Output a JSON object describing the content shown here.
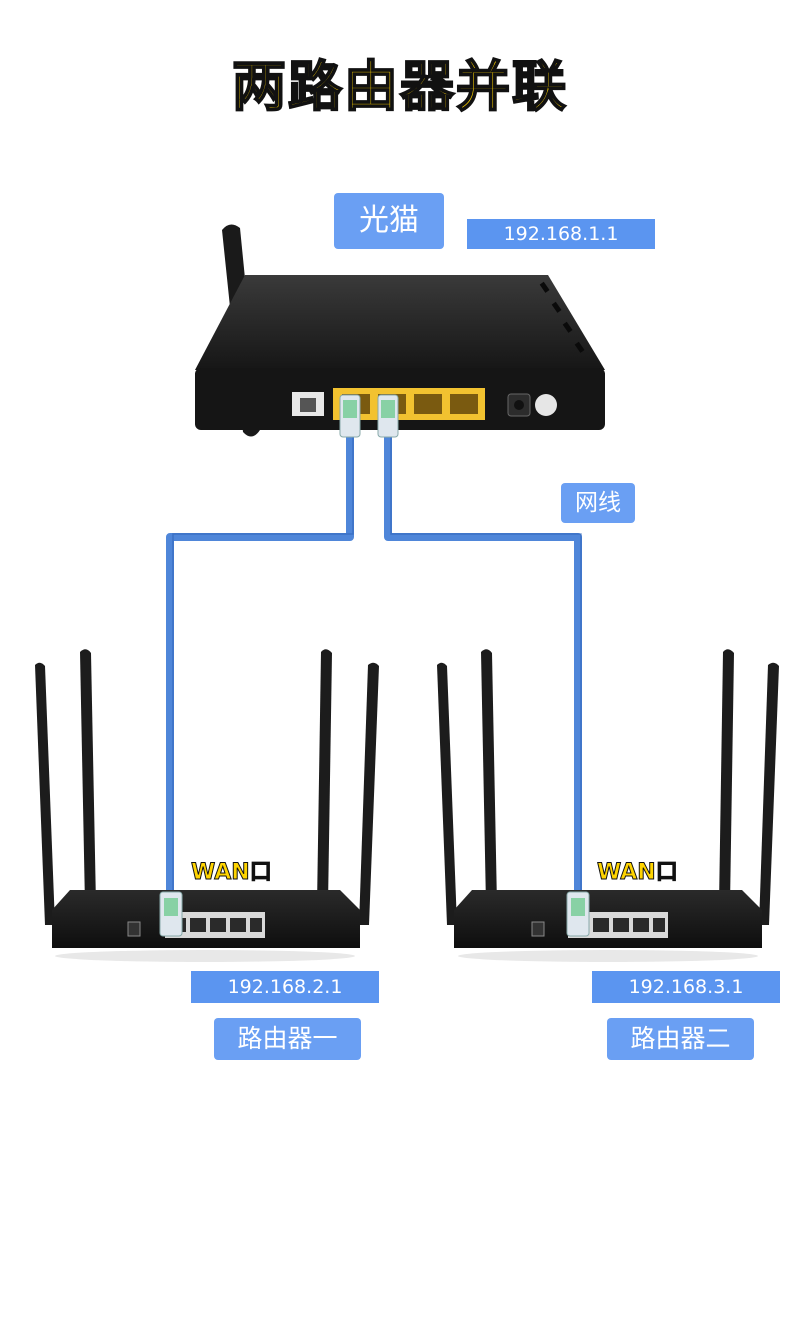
{
  "title": "两路由器并联",
  "modem": {
    "label": "光猫",
    "ip": "192.168.1.1"
  },
  "cable_label": "网线",
  "router1": {
    "port_label": "WAN口",
    "ip": "192.168.2.1",
    "label": "路由器一"
  },
  "router2": {
    "port_label": "WAN口",
    "ip": "192.168.3.1",
    "label": "路由器二"
  },
  "colors": {
    "title": "#ffd400",
    "tag": "#6a9ff3",
    "cable": "#4f86d9",
    "lan_port": "#f2c230",
    "device": "#1c1c1c"
  }
}
